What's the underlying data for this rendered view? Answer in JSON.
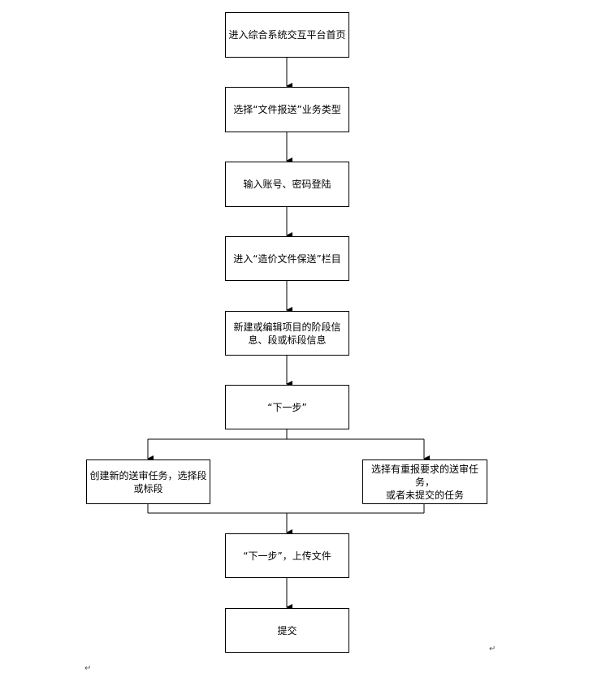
{
  "steps": [
    "进入综合系统交互平台首页",
    "选择“文件报送”业务类型",
    "输入账号、密码登陆",
    "进入“造价文件保送”栏目",
    "新建或编辑项目的阶段信息、段或标段信息",
    "“下一步”"
  ],
  "branch_left": "创建新的送审任务，选择段或标段",
  "branch_right": "选择有重报要求的送审任务，\n或者未提交的任务",
  "step_upload": "“下一步”，上传文件",
  "step_submit": "提交",
  "return_mark": "↵"
}
